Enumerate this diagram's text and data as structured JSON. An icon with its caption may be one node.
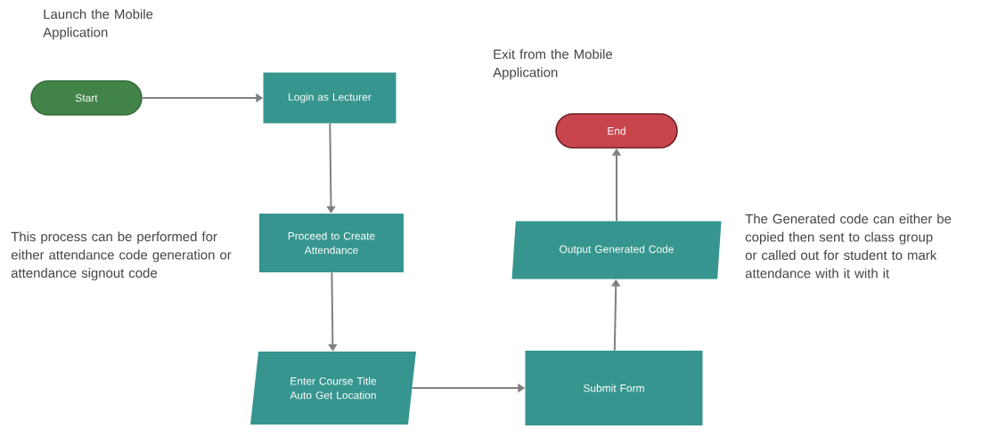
{
  "diagram": {
    "nodes": [
      {
        "text": [
          "Start"
        ]
      },
      {
        "text": [
          "Login as Lecturer"
        ]
      },
      {
        "text": [
          "Proceed to Create Attendance"
        ]
      },
      {
        "text": [
          "Enter Course Title Auto Get Location"
        ]
      },
      {
        "text": [
          "Submit Form"
        ]
      },
      {
        "text": [
          "Output Generated Code"
        ]
      },
      {
        "text": [
          "End"
        ]
      }
    ],
    "edges": [
      {
        "from": 0,
        "to": 1,
        "arrow": "to"
      },
      {
        "from": 1,
        "to": 2,
        "arrow": "to"
      },
      {
        "from": 2,
        "to": 3,
        "arrow": "to"
      },
      {
        "from": 3,
        "to": 4,
        "arrow": "to"
      },
      {
        "from": 4,
        "to": 5,
        "arrow": "to"
      },
      {
        "from": 5,
        "to": 6,
        "arrow": "to"
      }
    ],
    "labels": [
      "Launch the Mobile Application",
      "Exit from the Mobile Application",
      "This process can be performed for either attendance code generation or attendance signout code",
      "The Generated code can either be copied then sent to class group or called out for student to mark attendance with it with it"
    ]
  }
}
